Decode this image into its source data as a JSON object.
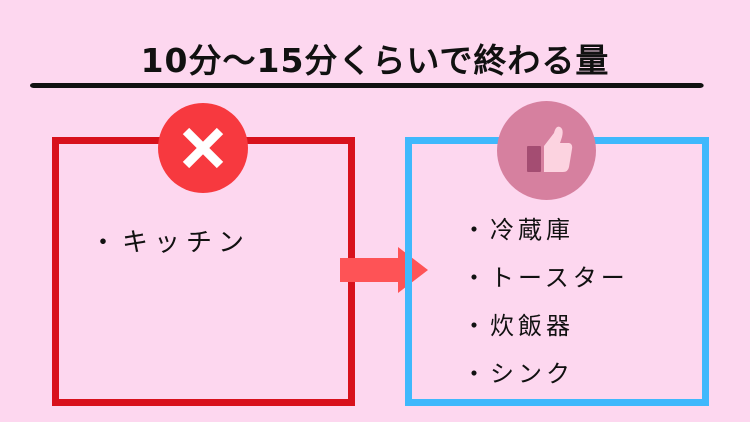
{
  "title": "10分〜15分くらいで終わる量",
  "colors": {
    "background": "#fdd7ef",
    "bad_border": "#d8111c",
    "bad_badge": "#f7393f",
    "good_border": "#3fb8fc",
    "good_badge": "#d6809f",
    "arrow": "#fe5356"
  },
  "bad_panel": {
    "icon": "cross-icon",
    "items": [
      "・キッチン"
    ]
  },
  "arrow": {
    "icon": "right-arrow-icon"
  },
  "good_panel": {
    "icon": "thumbs-up-icon",
    "items": [
      "・冷蔵庫",
      "・トースター",
      "・炊飯器",
      "・シンク"
    ]
  }
}
